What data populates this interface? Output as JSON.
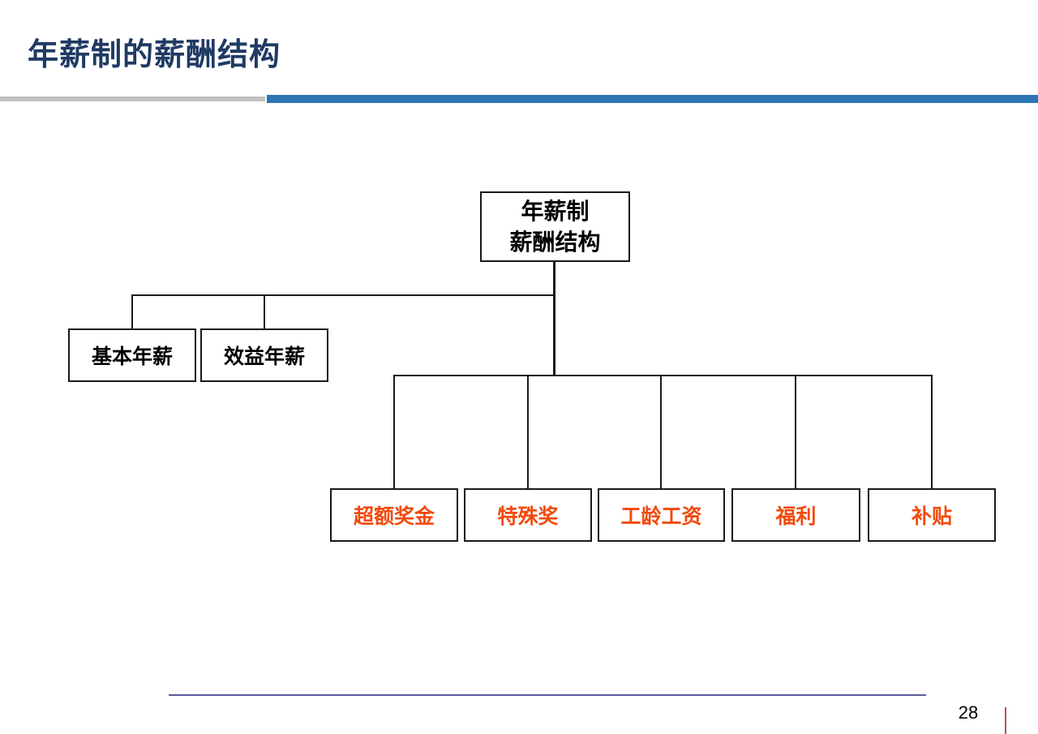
{
  "title": "年薪制的薪酬结构",
  "page_number": "28",
  "diagram": {
    "type": "org-tree",
    "root_line1": "年薪制",
    "root_line2": "薪酬结构",
    "left_children": [
      "基本年薪",
      "效益年薪"
    ],
    "right_children": [
      "超额奖金",
      "特殊奖",
      "工龄工资",
      "福利",
      "补贴"
    ]
  },
  "colors": {
    "title_text": "#1F3A63",
    "accent_bar_blue": "#2E75B6",
    "accent_bar_gray": "#C1C1C1",
    "node_border": "#1A1A1A",
    "root_and_left_text": "#000000",
    "right_children_text": "#F24A0D",
    "footer_line": "#5A5A9B",
    "footer_tick_red": "#B05555",
    "page_number_text": "#000000"
  }
}
